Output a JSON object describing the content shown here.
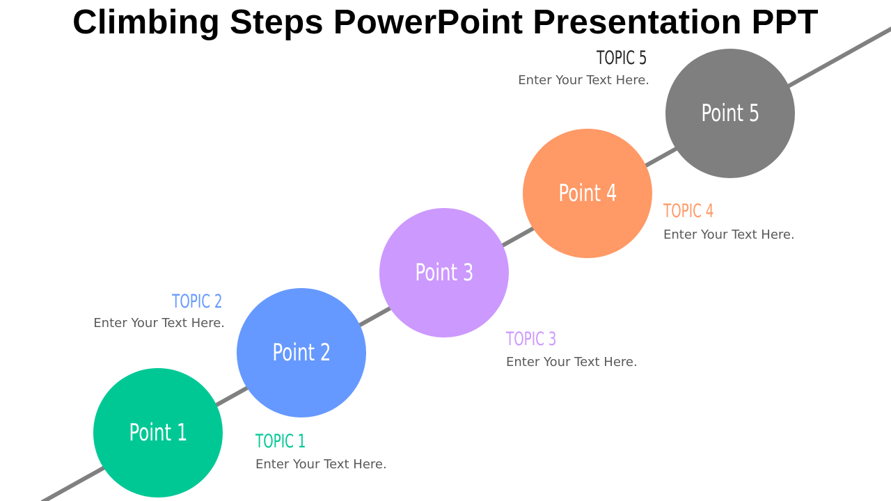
{
  "title": "Climbing Steps PowerPoint Presentation PPT",
  "colors": {
    "line": "#808080",
    "point1": "#00C895",
    "point2": "#6699FF",
    "point3": "#CC99FF",
    "point4": "#FF9966",
    "point5": "#7F7F7F",
    "description": "#595959"
  },
  "steps": [
    {
      "point_label": "Point 1",
      "topic": "TOPIC 1",
      "description": "Enter Your Text Here."
    },
    {
      "point_label": "Point 2",
      "topic": "TOPIC 2",
      "description": "Enter Your Text Here."
    },
    {
      "point_label": "Point 3",
      "topic": "TOPIC 3",
      "description": "Enter Your Text Here."
    },
    {
      "point_label": "Point 4",
      "topic": "TOPIC 4",
      "description": "Enter Your Text Here."
    },
    {
      "point_label": "Point 5",
      "topic": "TOPIC 5",
      "description": "Enter Your Text Here."
    }
  ]
}
